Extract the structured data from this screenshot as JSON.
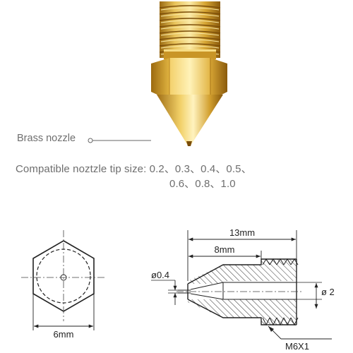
{
  "product": {
    "material_label": "Brass nozzle",
    "compat_label": "Compatible noztzle tip size:",
    "compat_sizes_line1": "0.2、0.3、0.4、0.5、",
    "compat_sizes_line2": "0.6、0.8、1.0"
  },
  "front_view": {
    "width_label": "6mm"
  },
  "side_view": {
    "total_length_label": "13mm",
    "thread_start_label": "8mm",
    "tip_hole_label": "ø0.4",
    "bore_label": "ø 2",
    "thread_label": "M6X1"
  },
  "colors": {
    "brass_light": "#f7e08a",
    "brass_mid": "#d9a92a",
    "brass_dark": "#8a5a0c",
    "drawing_line": "#222222",
    "text_gray": "#6e6e6e"
  }
}
